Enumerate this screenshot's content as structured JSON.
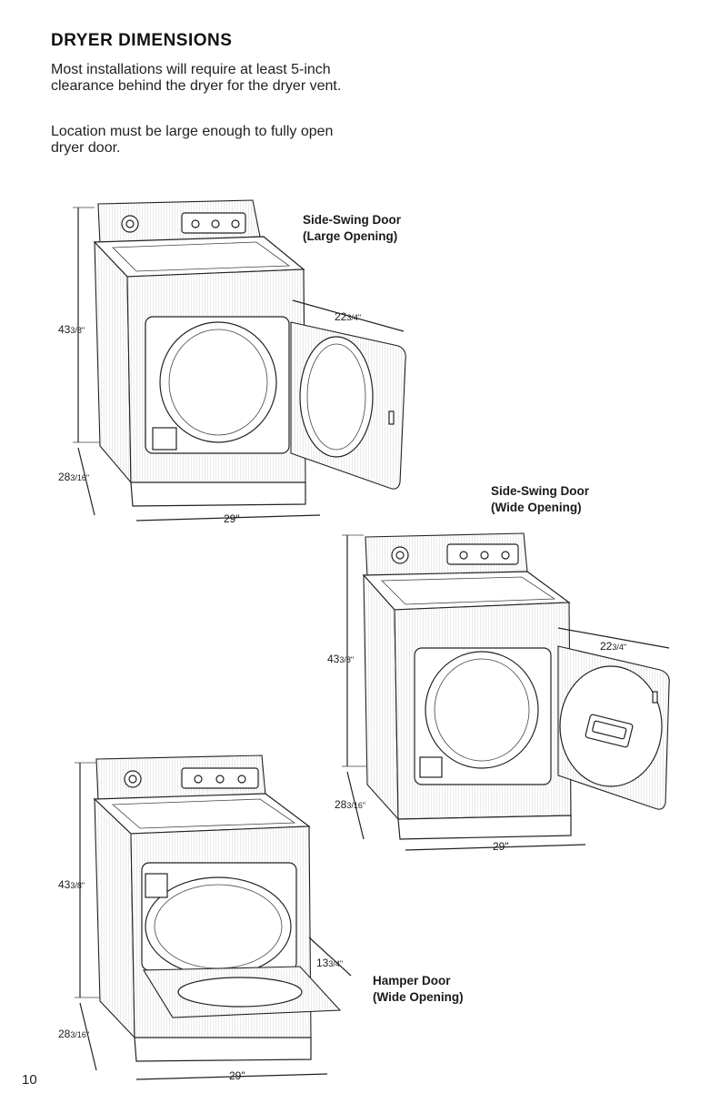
{
  "page": {
    "title": "DRYER DIMENSIONS",
    "paragraph1": "Most installations will require at least 5-inch clearance behind the dryer for the dryer vent.",
    "paragraph2": "Location must be large enough to fully open dryer door.",
    "page_number": "10"
  },
  "figures": [
    {
      "label_line1": "Side-Swing Door",
      "label_line2": "(Large Opening)",
      "height": "43",
      "height_frac": "3/8\"",
      "depth": "28",
      "depth_frac": "3/16\"",
      "width": "29\"",
      "door": "22",
      "door_frac": "3/4\""
    },
    {
      "label_line1": "Side-Swing Door",
      "label_line2": "(Wide Opening)",
      "height": "43",
      "height_frac": "3/8\"",
      "depth": "28",
      "depth_frac": "3/16\"",
      "width": "29\"",
      "door": "22",
      "door_frac": "3/4\""
    },
    {
      "label_line1": "Hamper Door",
      "label_line2": "(Wide Opening)",
      "height": "43",
      "height_frac": "3/8\"",
      "depth": "28",
      "depth_frac": "3/16\"",
      "width": "29\"",
      "door": "13",
      "door_frac": "3/4\""
    }
  ]
}
